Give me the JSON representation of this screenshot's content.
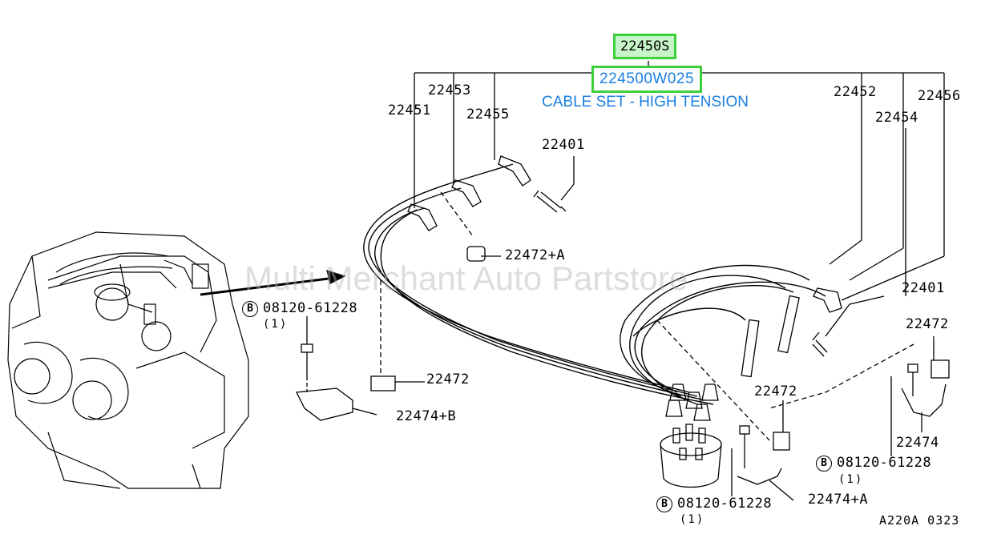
{
  "watermark": "Multi Merchant Auto Partstore",
  "parent_group": "22450S",
  "selected_part": {
    "number": "224500W025",
    "description": "CABLE SET - HIGH TENSION"
  },
  "labels": {
    "p22453": "22453",
    "p22451": "22451",
    "p22455": "22455",
    "p22401_top": "22401",
    "p22452": "22452",
    "p22456": "22456",
    "p22454": "22454",
    "p22472A": "22472+A",
    "p22401_right": "22401",
    "p22472_right": "22472",
    "p22472_mid": "22472",
    "p22472_center": "22472",
    "p22474B": "22474+B",
    "p22474": "22474",
    "p22474A": "22474+A"
  },
  "bolts": [
    {
      "symbol": "B",
      "number": "08120-61228",
      "qty": "(1)"
    },
    {
      "symbol": "B",
      "number": "08120-61228",
      "qty": "(1)"
    },
    {
      "symbol": "B",
      "number": "08120-61228",
      "qty": "(1)"
    }
  ],
  "diagram_code": "A220A 0323"
}
